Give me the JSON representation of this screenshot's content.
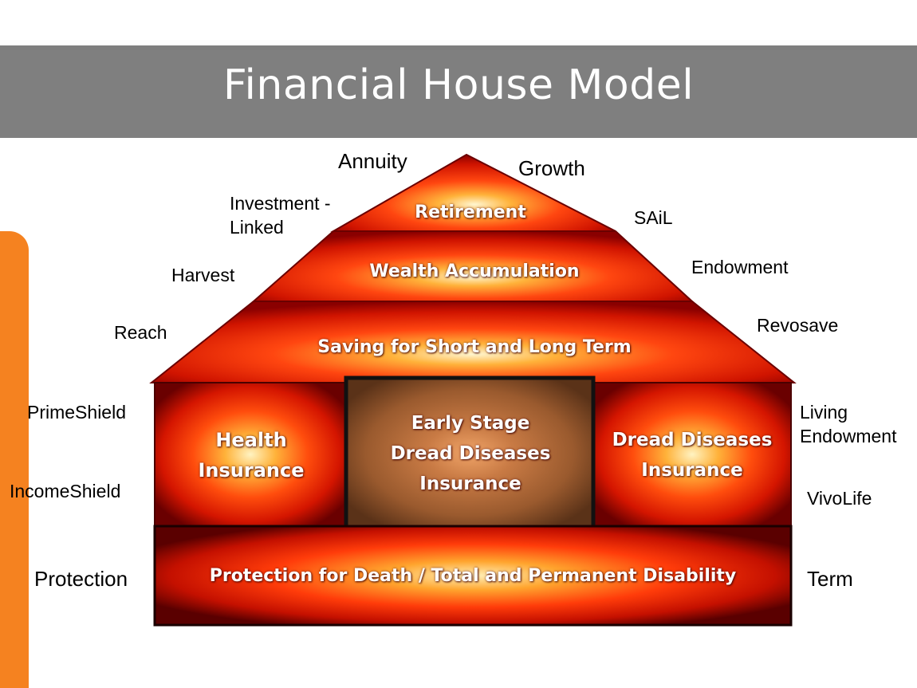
{
  "slide": {
    "title": "Financial House Model",
    "accent_color": "#f58220",
    "title_bar_color": "#7f7f7f"
  },
  "house": {
    "roof_top": "Retirement",
    "roof_middle": "Wealth Accumulation",
    "roof_bottom": "Saving for Short and Long Term",
    "left_room": [
      "Health",
      "Insurance"
    ],
    "center_room": [
      "Early Stage",
      "Dread Diseases",
      "Insurance"
    ],
    "right_room": [
      "Dread Diseases",
      "Insurance"
    ],
    "foundation": "Protection for Death / Total and Permanent Disability"
  },
  "labels": {
    "annuity": "Annuity",
    "growth": "Growth",
    "investment_linked": [
      "Investment -",
      "Linked"
    ],
    "sail": "SAiL",
    "harvest": "Harvest",
    "endowment": "Endowment",
    "reach": "Reach",
    "revosave": "Revosave",
    "primeshield": "PrimeShield",
    "living_endowment": [
      "Living",
      "Endowment"
    ],
    "incomeshield": "IncomeShield",
    "vivolife": "VivoLife",
    "protection": "Protection",
    "term": "Term"
  }
}
